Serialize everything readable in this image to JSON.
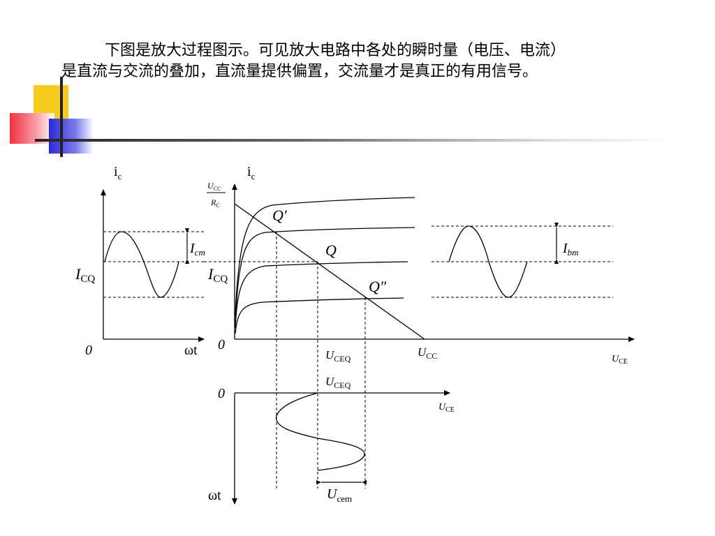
{
  "caption": {
    "line1": "下图是放大过程图示。可见放大电路中各处的瞬时量（电压、电流）",
    "line2": "是直流与交流的叠加，直流量提供偏置，交流量才是真正的有用信号。"
  },
  "figure": {
    "left": {
      "y_axis": "i",
      "y_axis_sub": "c",
      "x_axis": "ωt",
      "origin": "0",
      "icq": "I",
      "icq_sub": "CQ",
      "icm": "I",
      "icm_sub": "cm"
    },
    "middle": {
      "y_axis": "i",
      "y_axis_sub": "c",
      "ucc_over_rc_num": "U",
      "ucc_over_rc_num_sub": "CC",
      "ucc_over_rc_den": "R",
      "ucc_over_rc_den_sub": "C",
      "origin": "0",
      "icq": "I",
      "icq_sub": "CQ",
      "q_prime": "Q′",
      "q": "Q",
      "q_double_prime": "Q″",
      "uceq": "U",
      "uceq_sub": "CEQ",
      "ucc": "U",
      "ucc_sub": "CC"
    },
    "right": {
      "ibm": "I",
      "ibm_sub": "bm",
      "x_axis": "U",
      "x_axis_sub": "CE"
    },
    "bottom": {
      "origin": "0",
      "uceq": "U",
      "uceq_sub": "CEQ",
      "x_axis": "U",
      "x_axis_sub": "CE",
      "y_axis": "ωt",
      "ucem": "U",
      "ucem_sub": "cem"
    }
  }
}
